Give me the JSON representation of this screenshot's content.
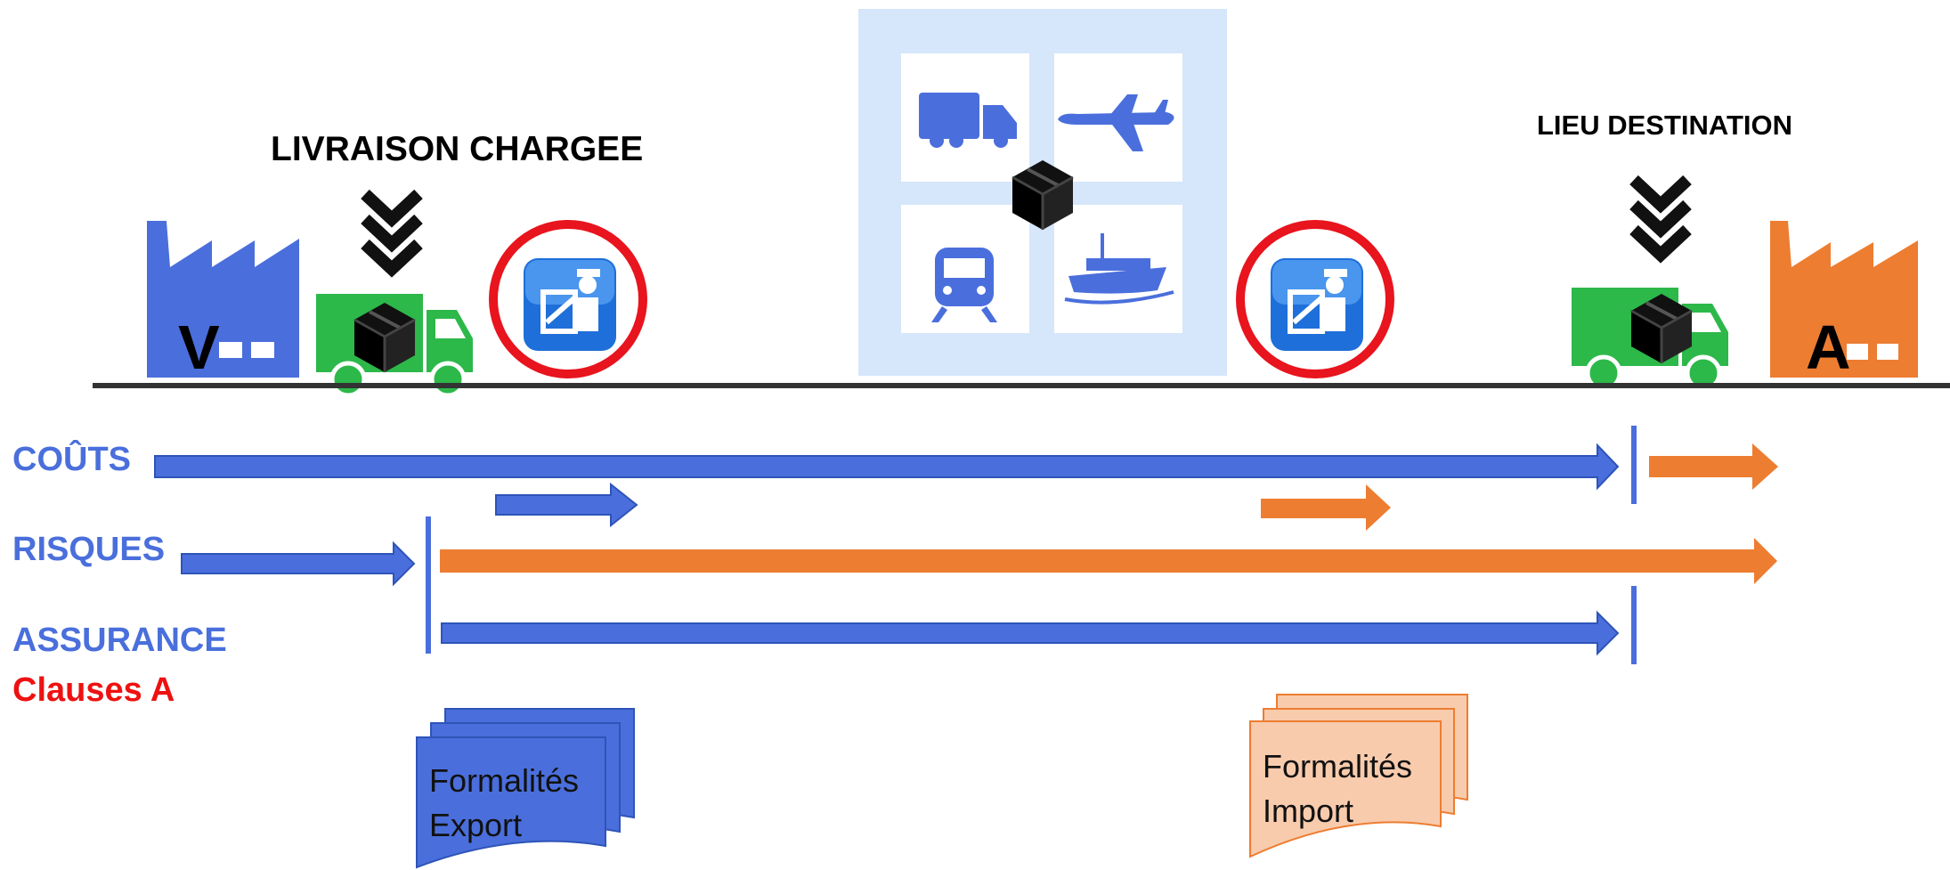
{
  "header": {
    "delivery_label": "LIVRAISON CHARGEE",
    "destination_label": "LIEU DESTINATION"
  },
  "parties": {
    "seller_letter": "V",
    "buyer_letter": "A"
  },
  "rows": {
    "costs": "COÛTS",
    "risks": "RISQUES",
    "insurance": "ASSURANCE",
    "insurance_clause": "Clauses A"
  },
  "documents": {
    "export": "Formalités\nExport",
    "import": "Formalités\nImport"
  },
  "colors": {
    "seller_blue": "#4a6fdc",
    "buyer_orange": "#ed7d31",
    "truck_green": "#2db84a",
    "customs_circle": "#e8141e",
    "transport_panel": "#d6e6fb",
    "transport_icon": "#4a6fdc",
    "export_doc_fill": "#4a6fdc",
    "import_doc_fill": "#f8cbad"
  },
  "icons": {
    "seller_factory": "factory-icon",
    "buyer_factory": "factory-icon",
    "delivery_truck": "truck-icon",
    "customs_officer": "customs-officer-icon",
    "transport_modes": [
      "truck-icon",
      "airplane-icon",
      "train-icon",
      "ship-icon"
    ],
    "package": "package-icon",
    "chevrons": "chevron-down-icon"
  }
}
